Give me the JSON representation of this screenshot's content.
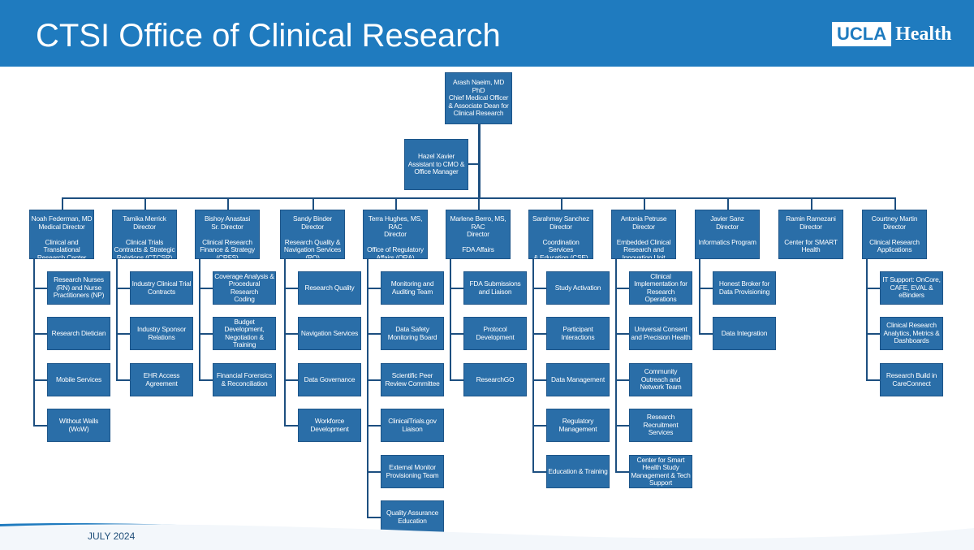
{
  "header": {
    "title": "CTSI Office of Clinical Research",
    "logo_ucla": "UCLA",
    "logo_health": "Health"
  },
  "footer": {
    "date": "JULY 2024"
  },
  "colors": {
    "header": "#1f7bbf",
    "box": "#2a6ea8",
    "line": "#1d4f80"
  },
  "org": {
    "head": "Arash Naeim, MD PhD\nChief Medical Officer\n& Associate Dean for\nClinical Research",
    "assistant": "Hazel Xavier\nAssistant to CMO &\nOffice Manager",
    "departments": [
      {
        "head": "Noah Federman, MD\nMedical Director\n\nClinical and\nTranslational\nResearch Center\n(CTRC)",
        "units": [
          "Research Nurses\n(RN) and Nurse\nPractitioners (NP)",
          "Research Dietician",
          "Mobile Services",
          "Without Walls\n(WoW)"
        ]
      },
      {
        "head": "Tamika  Merrick\nDirector\n\nClinical Trials\nContracts & Strategic\nRelations (CTCSR)",
        "units": [
          "Industry Clinical Trial\nContracts",
          "Industry Sponsor\nRelations",
          "EHR Access\nAgreement"
        ]
      },
      {
        "head": "Bishoy Anastasi\nSr. Director\n\nClinical Research\nFinance & Strategy\n(CRFS)",
        "units": [
          "Coverage Analysis &\nProcedural Research\nCoding",
          "Budget\nDevelopment,\nNegotiation &\nTraining",
          "Financial Forensics\n& Reconciliation"
        ]
      },
      {
        "head": "Sandy Binder\nDirector\n\nResearch Quality &\nNavigation Services\n(RQ)",
        "units": [
          "Research Quality",
          "Navigation Services",
          "Data Governance",
          "Workforce\nDevelopment"
        ]
      },
      {
        "head": "Terra Hughes, MS,\nRAC\nDirector\n\nOffice of Regulatory\nAffairs (ORA)",
        "units": [
          "Monitoring and\nAuditing Team",
          "Data Safety\nMonitoring Board",
          "Scientific Peer\nReview Committee",
          "ClinicalTrials.gov\nLiaison",
          "External Monitor\nProvisioning Team",
          "Quality Assurance\nEducation"
        ]
      },
      {
        "head": "Marlene Berro, MS,\nRAC\nDirector\n\nFDA Affairs",
        "units": [
          "FDA Submissions\nand Liaison",
          "Protocol\nDevelopment",
          "ResearchGO"
        ]
      },
      {
        "head": "Sarahmay Sanchez\nDirector\n\nCoordination Services\n& Education (CSE)",
        "units": [
          "Study Activation",
          "Participant\nInteractions",
          "Data Management",
          "Regulatory\nManagement",
          "Education & Training"
        ]
      },
      {
        "head": "Antonia Petruse\nDirector\n\nEmbedded Clinical\nResearch and\nInnovation Unit (ECRI)",
        "units": [
          "Clinical\nImplementation for\nResearch\nOperations",
          "Universal Consent\nand Precision Health",
          "Community\nOutreach and\nNetwork Team",
          "Research\nRecruitment\nServices",
          "Center for Smart\nHealth Study\nManagement & Tech\nSupport"
        ]
      },
      {
        "head": "Javier Sanz\nDirector\n\nInformatics Program",
        "units": [
          "Honest Broker for\nData Provisioning",
          "Data Integration"
        ]
      },
      {
        "head": "Ramin Ramezani\nDirector\n\nCenter for SMART\nHealth",
        "units": []
      },
      {
        "head": "Courtney Martin\nDirector\n\nClinical Research\nApplications",
        "units": [
          "IT Support: OnCore,\nCAFE, EVAL &\neBinders",
          "Clinical Research\nAnalytics, Metrics &\nDashboards",
          "Research Build in\nCareConnect"
        ]
      }
    ]
  }
}
